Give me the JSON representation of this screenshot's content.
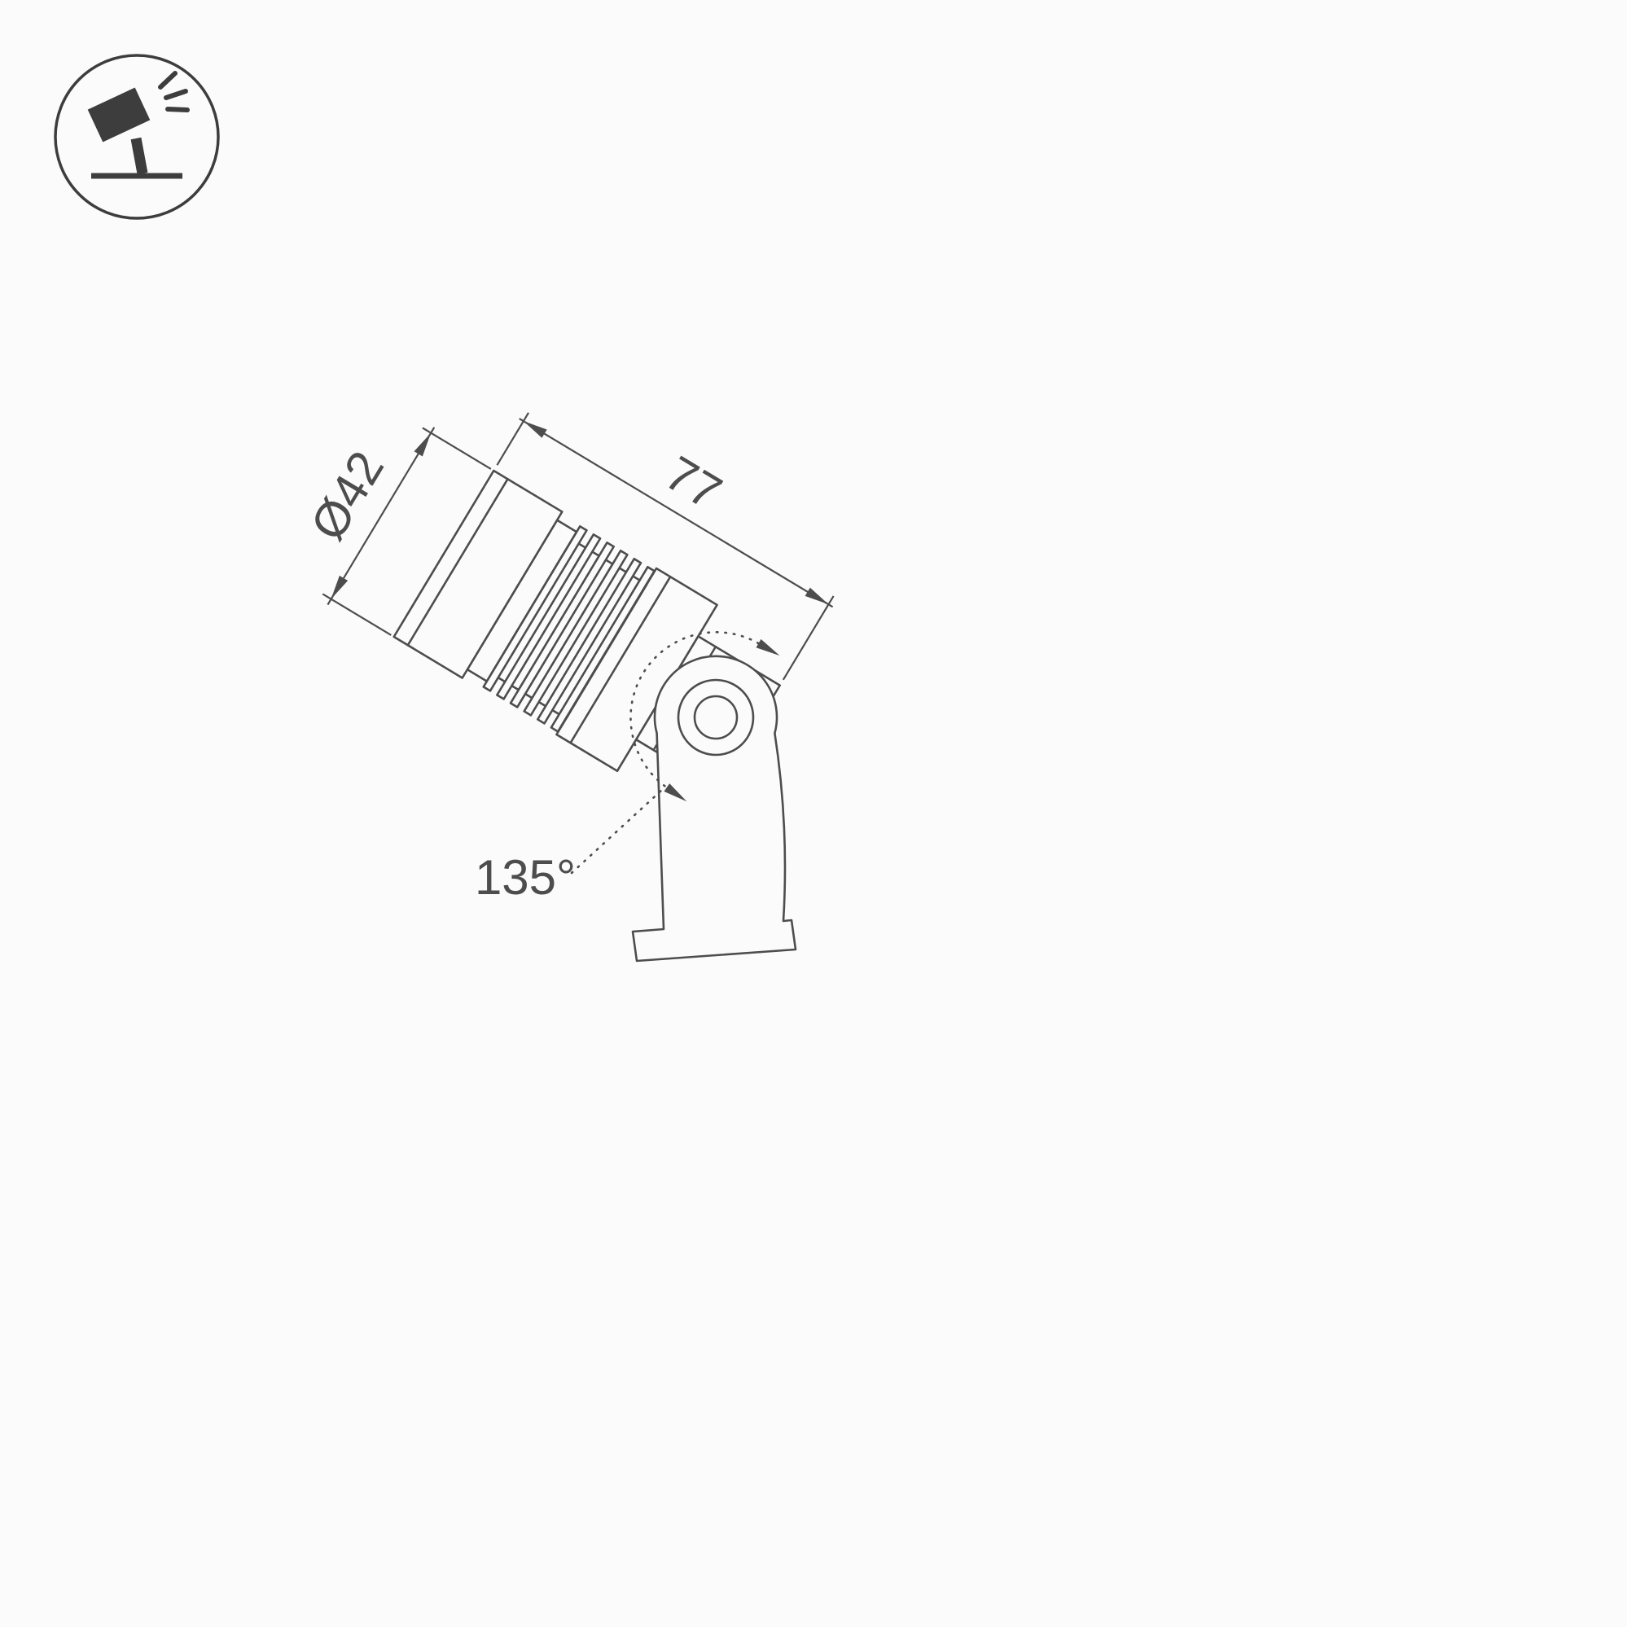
{
  "meta": {
    "background_color": "#fbfbfb",
    "line_color": "#4d4d4d",
    "icon_color": "#3d3d3d"
  },
  "icon": {
    "name": "tilted-spotlight-on-stand"
  },
  "dimensions": {
    "diameter": "Ø42",
    "length": "77",
    "rotation_angle": "135°"
  }
}
